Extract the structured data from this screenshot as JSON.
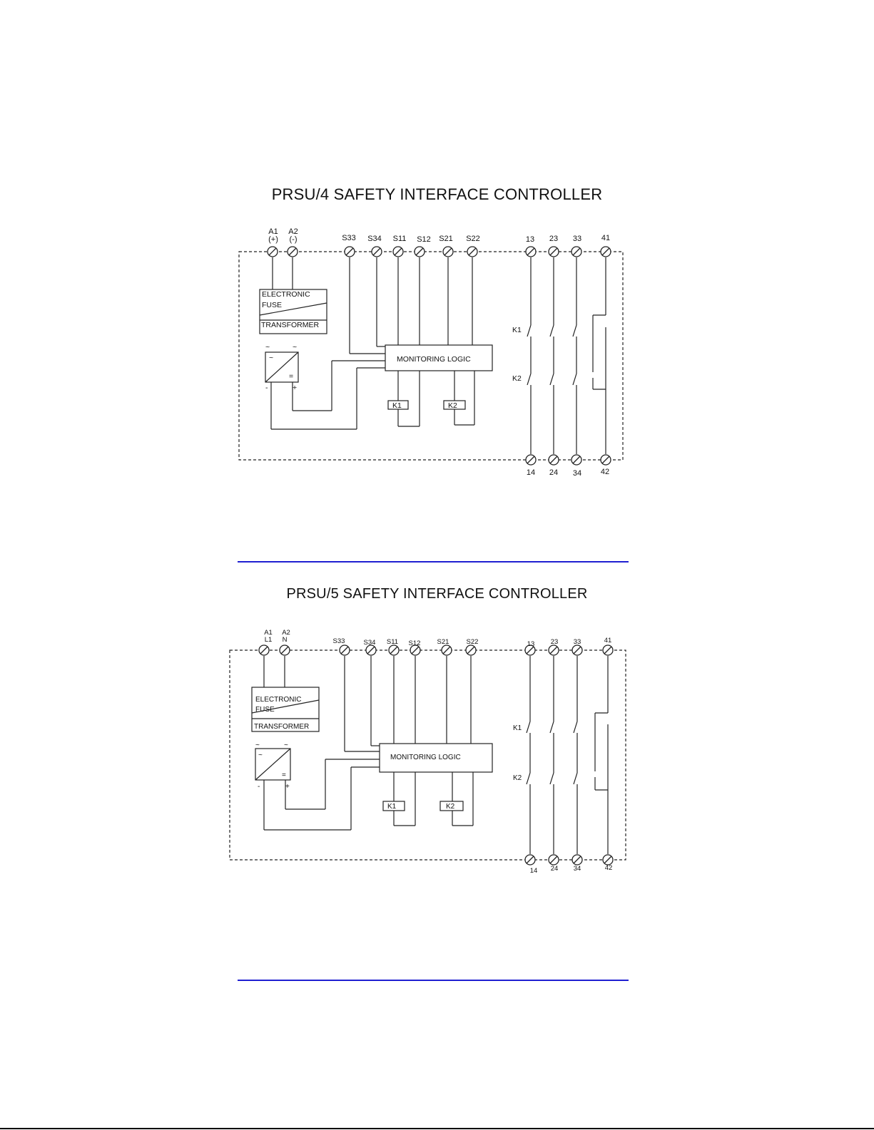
{
  "diagrams": [
    {
      "title": "PRSU/4 SAFETY INTERFACE CONTROLLER",
      "supply_terminals": [
        {
          "name": "A1",
          "sub": "(+)"
        },
        {
          "name": "A2",
          "sub": "(-)"
        }
      ],
      "input_terminals": [
        "S33",
        "S34",
        "S11",
        "S12",
        "S21",
        "S22"
      ],
      "output_top": [
        "13",
        "23",
        "33",
        "41"
      ],
      "output_bottom": [
        "14",
        "24",
        "34",
        "42"
      ],
      "fuse_label_1": "ELECTRONIC",
      "fuse_label_2": "FUSE",
      "transformer_label": "TRANSFORMER",
      "logic_label": "MONITORING LOGIC",
      "relay_1": "K1",
      "relay_2": "K2",
      "contact_label_1": "K1",
      "contact_label_2": "K2",
      "converter_ac_1": "~",
      "converter_ac_2": "~",
      "converter_ac_inner": "~",
      "converter_dc_inner": "=",
      "converter_minus": "-",
      "converter_plus": "+"
    },
    {
      "title": "PRSU/5 SAFETY INTERFACE CONTROLLER",
      "supply_terminals": [
        {
          "name": "A1",
          "sub": "L1"
        },
        {
          "name": "A2",
          "sub": "N"
        }
      ],
      "input_terminals": [
        "S33",
        "S34",
        "S11",
        "S12",
        "S21",
        "S22"
      ],
      "output_top": [
        "13",
        "23",
        "33",
        "41"
      ],
      "output_bottom": [
        "14",
        "24",
        "34",
        "42"
      ],
      "fuse_label_1": "ELECTRONIC",
      "fuse_label_2": "FUSE",
      "transformer_label": "TRANSFORMER",
      "logic_label": "MONITORING LOGIC",
      "relay_1": "K1",
      "relay_2": "K2",
      "contact_label_1": "K1",
      "contact_label_2": "K2",
      "converter_ac_1": "~",
      "converter_ac_2": "~",
      "converter_ac_inner": "~",
      "converter_dc_inner": "=",
      "converter_minus": "-",
      "converter_plus": "+"
    }
  ],
  "colors": {
    "line": "#222222",
    "separator": "#1f1fd1"
  }
}
